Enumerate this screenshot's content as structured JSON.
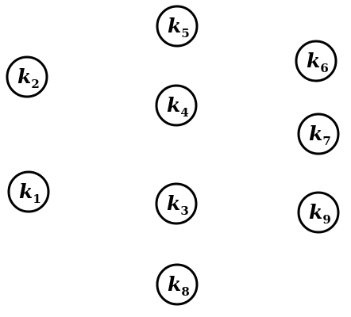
{
  "nodes": [
    {
      "id": "k1",
      "base": "k",
      "sub": "1"
    },
    {
      "id": "k2",
      "base": "k",
      "sub": "2"
    },
    {
      "id": "k3",
      "base": "k",
      "sub": "3"
    },
    {
      "id": "k4",
      "base": "k",
      "sub": "4"
    },
    {
      "id": "k5",
      "base": "k",
      "sub": "5"
    },
    {
      "id": "k6",
      "base": "k",
      "sub": "6"
    },
    {
      "id": "k7",
      "base": "k",
      "sub": "7"
    },
    {
      "id": "k8",
      "base": "k",
      "sub": "8"
    },
    {
      "id": "k9",
      "base": "k",
      "sub": "9"
    }
  ]
}
